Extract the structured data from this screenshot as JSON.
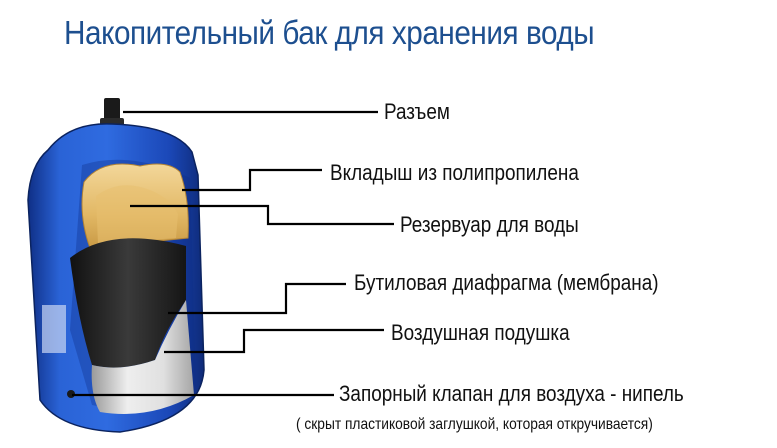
{
  "title": "Накопительный бак для хранения  воды",
  "labels": {
    "connector": "Разъем",
    "liner": "Вкладыш из полипропилена",
    "reservoir": "Резервуар для воды",
    "diaphragm": "Бутиловая диафрагма (мембрана)",
    "air_cushion": "Воздушная подушка",
    "valve": "Запорный клапан для воздуха - нипель",
    "valve_note": "( скрыт пластиковой заглушкой, которая откручивается)"
  },
  "colors": {
    "title": "#1d4f8f",
    "tank_body": "#1d4fc4",
    "liner": "#e8c47a",
    "diaphragm": "#2a2a2a",
    "air_cushion": "#d9d9d9",
    "leader_lines": "#000000"
  }
}
